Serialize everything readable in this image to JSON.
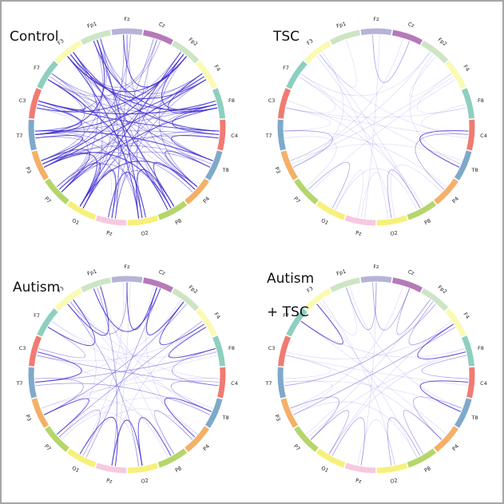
{
  "panels": [
    {
      "title_line1": "Control",
      "title_line2": "",
      "links": [
        [
          "F3",
          "F4",
          "s"
        ],
        [
          "F3",
          "F8",
          "s"
        ],
        [
          "F3",
          "C4",
          "s"
        ],
        [
          "F3",
          "T8",
          "m"
        ],
        [
          "F3",
          "P4",
          "m"
        ],
        [
          "F3",
          "P8",
          "s"
        ],
        [
          "F3",
          "O2",
          "s"
        ],
        [
          "F3",
          "O1",
          "m"
        ],
        [
          "F3",
          "P7",
          "m"
        ],
        [
          "F3",
          "Fp2",
          "s"
        ],
        [
          "F3",
          "Cz",
          "m"
        ],
        [
          "Fp1",
          "F4",
          "m"
        ],
        [
          "Fp1",
          "F8",
          "s"
        ],
        [
          "Fp1",
          "C4",
          "m"
        ],
        [
          "Fp1",
          "T8",
          "m"
        ],
        [
          "Fp1",
          "P8",
          "m"
        ],
        [
          "Fp1",
          "O2",
          "s"
        ],
        [
          "Fp1",
          "Pz",
          "m"
        ],
        [
          "Fp1",
          "P3",
          "m"
        ],
        [
          "Fp1",
          "T7",
          "s"
        ],
        [
          "Fp1",
          "C3",
          "m"
        ],
        [
          "Fz",
          "Fp2",
          "s"
        ],
        [
          "Fz",
          "Pz",
          "m"
        ],
        [
          "Fz",
          "P3",
          "m"
        ],
        [
          "Fz",
          "O1",
          "m"
        ],
        [
          "Fz",
          "P4",
          "m"
        ],
        [
          "Fz",
          "C3",
          "w"
        ],
        [
          "Cz",
          "O1",
          "m"
        ],
        [
          "Cz",
          "O2",
          "m"
        ],
        [
          "Cz",
          "F7",
          "m"
        ],
        [
          "Cz",
          "T8",
          "w"
        ],
        [
          "Fp2",
          "F8",
          "s"
        ],
        [
          "Fp2",
          "C3",
          "s"
        ],
        [
          "Fp2",
          "T7",
          "m"
        ],
        [
          "Fp2",
          "P3",
          "s"
        ],
        [
          "Fp2",
          "P7",
          "m"
        ],
        [
          "Fp2",
          "O1",
          "s"
        ],
        [
          "Fp2",
          "Pz",
          "m"
        ],
        [
          "Fp2",
          "P4",
          "m"
        ],
        [
          "F4",
          "F8",
          "s"
        ],
        [
          "F4",
          "T7",
          "s"
        ],
        [
          "F4",
          "P3",
          "s"
        ],
        [
          "F4",
          "P7",
          "m"
        ],
        [
          "F4",
          "O1",
          "m"
        ],
        [
          "F4",
          "Pz",
          "m"
        ],
        [
          "F4",
          "F7",
          "m"
        ],
        [
          "F8",
          "C4",
          "s"
        ],
        [
          "F8",
          "F7",
          "m"
        ],
        [
          "F8",
          "C3",
          "s"
        ],
        [
          "F8",
          "T7",
          "m"
        ],
        [
          "F8",
          "P7",
          "s"
        ],
        [
          "F8",
          "O1",
          "m"
        ],
        [
          "F8",
          "Pz",
          "w"
        ],
        [
          "C4",
          "T8",
          "s"
        ],
        [
          "C4",
          "C3",
          "s"
        ],
        [
          "C4",
          "T7",
          "m"
        ],
        [
          "C4",
          "P3",
          "m"
        ],
        [
          "C4",
          "P7",
          "m"
        ],
        [
          "C4",
          "O1",
          "w"
        ],
        [
          "T8",
          "P4",
          "s"
        ],
        [
          "T8",
          "T7",
          "s"
        ],
        [
          "T8",
          "P3",
          "m"
        ],
        [
          "T8",
          "P7",
          "m"
        ],
        [
          "T8",
          "F7",
          "m"
        ],
        [
          "P4",
          "P8",
          "s"
        ],
        [
          "P4",
          "P3",
          "m"
        ],
        [
          "P4",
          "O1",
          "s"
        ],
        [
          "P4",
          "F7",
          "m"
        ],
        [
          "P4",
          "C3",
          "w"
        ],
        [
          "P8",
          "O2",
          "s"
        ],
        [
          "P8",
          "P3",
          "s"
        ],
        [
          "P8",
          "F7",
          "s"
        ],
        [
          "P8",
          "T7",
          "m"
        ],
        [
          "P8",
          "C3",
          "m"
        ],
        [
          "P8",
          "Pz",
          "m"
        ],
        [
          "O2",
          "Pz",
          "s"
        ],
        [
          "O2",
          "P7",
          "m"
        ],
        [
          "O2",
          "T7",
          "m"
        ],
        [
          "O2",
          "F7",
          "m"
        ],
        [
          "Pz",
          "O1",
          "s"
        ],
        [
          "Pz",
          "C3",
          "w"
        ],
        [
          "Pz",
          "P7",
          "m"
        ],
        [
          "O1",
          "P7",
          "s"
        ],
        [
          "O1",
          "P3",
          "s"
        ],
        [
          "P7",
          "P3",
          "s"
        ],
        [
          "P7",
          "T7",
          "m"
        ],
        [
          "P3",
          "T7",
          "s"
        ],
        [
          "P3",
          "C3",
          "m"
        ],
        [
          "T7",
          "C3",
          "s"
        ],
        [
          "C3",
          "F7",
          "s"
        ],
        [
          "F7",
          "T7",
          "m"
        ]
      ]
    },
    {
      "title_line1": "TSC",
      "title_line2": "",
      "links": [
        [
          "Fz",
          "Cz",
          "m"
        ],
        [
          "Fp1",
          "F3",
          "w"
        ],
        [
          "F3",
          "P3",
          "w"
        ],
        [
          "F3",
          "O2",
          "w"
        ],
        [
          "F3",
          "C4",
          "w"
        ],
        [
          "Fp2",
          "F4",
          "w"
        ],
        [
          "Fp2",
          "P3",
          "w"
        ],
        [
          "Fp2",
          "T8",
          "w"
        ],
        [
          "F4",
          "P7",
          "w"
        ],
        [
          "F4",
          "F8",
          "w"
        ],
        [
          "F8",
          "C4",
          "w"
        ],
        [
          "F8",
          "C3",
          "w"
        ],
        [
          "C4",
          "T8",
          "s"
        ],
        [
          "C4",
          "P4",
          "m"
        ],
        [
          "C4",
          "C3",
          "w"
        ],
        [
          "T8",
          "P3",
          "w"
        ],
        [
          "T8",
          "F7",
          "w"
        ],
        [
          "P4",
          "O2",
          "w"
        ],
        [
          "P4",
          "T7",
          "w"
        ],
        [
          "P8",
          "O2",
          "m"
        ],
        [
          "P8",
          "O1",
          "w"
        ],
        [
          "P8",
          "C3",
          "w"
        ],
        [
          "O2",
          "Pz",
          "w"
        ],
        [
          "Pz",
          "O1",
          "w"
        ],
        [
          "Pz",
          "Fz",
          "w"
        ],
        [
          "O1",
          "P7",
          "m"
        ],
        [
          "P7",
          "T7",
          "w"
        ],
        [
          "P3",
          "T7",
          "m"
        ],
        [
          "P3",
          "F4",
          "w"
        ],
        [
          "T7",
          "C3",
          "w"
        ],
        [
          "C3",
          "F7",
          "w"
        ],
        [
          "F7",
          "P8",
          "w"
        ],
        [
          "F7",
          "Fp2",
          "w"
        ],
        [
          "Cz",
          "P3",
          "w"
        ],
        [
          "F3",
          "P8",
          "w"
        ]
      ]
    },
    {
      "title_line1": "Autism",
      "title_line2": "",
      "links": [
        [
          "F3",
          "Fp1",
          "s"
        ],
        [
          "F3",
          "Fz",
          "m"
        ],
        [
          "F3",
          "P4",
          "w"
        ],
        [
          "F3",
          "O2",
          "m"
        ],
        [
          "F3",
          "P7",
          "w"
        ],
        [
          "F3",
          "C4",
          "w"
        ],
        [
          "Fp1",
          "Cz",
          "s"
        ],
        [
          "Fp1",
          "Pz",
          "m"
        ],
        [
          "Fp1",
          "P8",
          "w"
        ],
        [
          "Fp1",
          "T8",
          "w"
        ],
        [
          "Fz",
          "Cz",
          "s"
        ],
        [
          "Fz",
          "Pz",
          "w"
        ],
        [
          "Fz",
          "O1",
          "w"
        ],
        [
          "Cz",
          "Fp2",
          "s"
        ],
        [
          "Cz",
          "O1",
          "m"
        ],
        [
          "Cz",
          "P4",
          "w"
        ],
        [
          "Fp2",
          "F4",
          "s"
        ],
        [
          "Fp2",
          "P3",
          "m"
        ],
        [
          "Fp2",
          "O1",
          "w"
        ],
        [
          "Fp2",
          "T7",
          "w"
        ],
        [
          "F4",
          "F8",
          "s"
        ],
        [
          "F4",
          "P7",
          "m"
        ],
        [
          "F4",
          "Pz",
          "w"
        ],
        [
          "F4",
          "C3",
          "w"
        ],
        [
          "F8",
          "C4",
          "m"
        ],
        [
          "F8",
          "T7",
          "m"
        ],
        [
          "F8",
          "P3",
          "w"
        ],
        [
          "F8",
          "F7",
          "w"
        ],
        [
          "C4",
          "T8",
          "m"
        ],
        [
          "C4",
          "C3",
          "m"
        ],
        [
          "C4",
          "P3",
          "w"
        ],
        [
          "T8",
          "P4",
          "s"
        ],
        [
          "T8",
          "T7",
          "m"
        ],
        [
          "T8",
          "F7",
          "w"
        ],
        [
          "T8",
          "P7",
          "w"
        ],
        [
          "P4",
          "P8",
          "m"
        ],
        [
          "P4",
          "O1",
          "w"
        ],
        [
          "P8",
          "O2",
          "s"
        ],
        [
          "P8",
          "C3",
          "w"
        ],
        [
          "P8",
          "P3",
          "w"
        ],
        [
          "O2",
          "Pz",
          "s"
        ],
        [
          "O2",
          "P7",
          "w"
        ],
        [
          "Pz",
          "O1",
          "s"
        ],
        [
          "O1",
          "P7",
          "m"
        ],
        [
          "P7",
          "P3",
          "s"
        ],
        [
          "P3",
          "T7",
          "m"
        ],
        [
          "T7",
          "C3",
          "s"
        ],
        [
          "C3",
          "F7",
          "m"
        ],
        [
          "F7",
          "F3",
          "s"
        ]
      ]
    },
    {
      "title_line1": "Autism",
      "title_line2": "+ TSC",
      "links": [
        [
          "F3",
          "F7",
          "s"
        ],
        [
          "F3",
          "Fp1",
          "w"
        ],
        [
          "F3",
          "O2",
          "w"
        ],
        [
          "F3",
          "P8",
          "w"
        ],
        [
          "Fp1",
          "Fz",
          "m"
        ],
        [
          "Fp1",
          "T8",
          "w"
        ],
        [
          "Fz",
          "Cz",
          "m"
        ],
        [
          "Fz",
          "Pz",
          "w"
        ],
        [
          "Cz",
          "Fp2",
          "m"
        ],
        [
          "Cz",
          "P3",
          "w"
        ],
        [
          "Fp2",
          "F4",
          "m"
        ],
        [
          "Fp2",
          "T7",
          "m"
        ],
        [
          "Fp2",
          "P7",
          "w"
        ],
        [
          "F4",
          "F8",
          "s"
        ],
        [
          "F4",
          "P3",
          "m"
        ],
        [
          "F4",
          "O1",
          "w"
        ],
        [
          "F4",
          "C3",
          "w"
        ],
        [
          "F8",
          "C4",
          "m"
        ],
        [
          "F8",
          "F7",
          "w"
        ],
        [
          "C4",
          "T8",
          "s"
        ],
        [
          "C4",
          "C3",
          "w"
        ],
        [
          "T8",
          "P4",
          "m"
        ],
        [
          "T8",
          "T7",
          "w"
        ],
        [
          "P4",
          "P8",
          "m"
        ],
        [
          "P4",
          "F7",
          "w"
        ],
        [
          "P8",
          "O2",
          "m"
        ],
        [
          "P8",
          "P3",
          "w"
        ],
        [
          "O2",
          "Pz",
          "w"
        ],
        [
          "Pz",
          "O1",
          "m"
        ],
        [
          "O1",
          "P7",
          "m"
        ],
        [
          "P7",
          "P3",
          "m"
        ],
        [
          "P3",
          "T7",
          "w"
        ],
        [
          "T7",
          "C3",
          "w"
        ],
        [
          "C3",
          "P4",
          "w"
        ],
        [
          "P7",
          "F8",
          "w"
        ],
        [
          "O1",
          "F8",
          "w"
        ]
      ]
    }
  ],
  "electrodes": [
    {
      "label": "Fz",
      "color": "#b5b3d8"
    },
    {
      "label": "Cz",
      "color": "#b57ab8"
    },
    {
      "label": "Fp2",
      "color": "#cde5c4"
    },
    {
      "label": "F4",
      "color": "#fafab3"
    },
    {
      "label": "F8",
      "color": "#8ecfc0"
    },
    {
      "label": "C4",
      "color": "#f07b72"
    },
    {
      "label": "T8",
      "color": "#7fa9ca"
    },
    {
      "label": "P4",
      "color": "#f4b067"
    },
    {
      "label": "P8",
      "color": "#b4d66b"
    },
    {
      "label": "O2",
      "color": "#f7f07a"
    },
    {
      "label": "Pz",
      "color": "#f7c9df"
    },
    {
      "label": "O1",
      "color": "#f7f07a"
    },
    {
      "label": "P7",
      "color": "#b4d66b"
    },
    {
      "label": "P3",
      "color": "#f4b067"
    },
    {
      "label": "T7",
      "color": "#7fa9ca"
    },
    {
      "label": "C3",
      "color": "#f07b72"
    },
    {
      "label": "F7",
      "color": "#8ecfc0"
    },
    {
      "label": "F3",
      "color": "#fafab3"
    },
    {
      "label": "Fp1",
      "color": "#cde5c4"
    }
  ],
  "style": {
    "link_color": "#3f2fd0",
    "background": "#ffffff",
    "frame_color": "#a7a7a7"
  }
}
